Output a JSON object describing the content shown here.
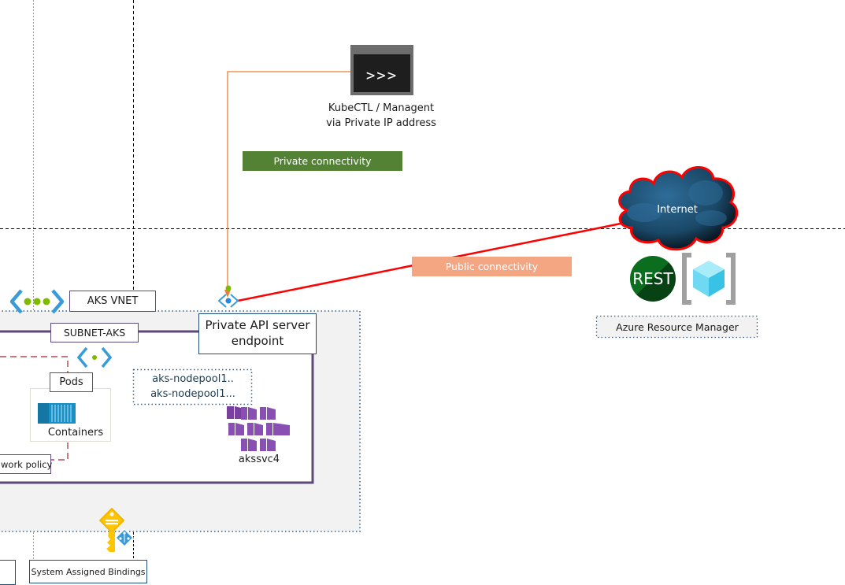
{
  "colors": {
    "private_line": "#ed7d31",
    "public_line": "#ff0000",
    "private_badge": "#548235",
    "public_badge": "#f4a582",
    "vnet_frame": "#5b4a7a",
    "azure_blue": "#3a9bd9",
    "green_dot": "#7fba00",
    "network_policy_dash": "#a4262c"
  },
  "terminal": {
    "icon": "terminal-icon",
    "glyph": ">>>",
    "label_line1": "KubeCTL / Managent",
    "label_line2": "via Private IP address"
  },
  "badges": {
    "private": "Private connectivity",
    "public": "Public connectivity"
  },
  "internet": {
    "label": "Internet",
    "icon": "cloud-icon"
  },
  "arm": {
    "rest_label": "REST",
    "label": "Azure Resource Manager",
    "icons": [
      "rest-api-icon",
      "resource-group-cube-icon"
    ]
  },
  "network": {
    "vnet_label": "AKS VNET",
    "vnet_icon": "virtual-network-icon",
    "subnet_label": "SUBNET-AKS",
    "subnet_icon": "subnet-icon",
    "endpoint_label_line1": "Private API server",
    "endpoint_label_line2": "endpoint",
    "endpoint_icon": "private-endpoint-icon"
  },
  "cluster": {
    "pods_label": "Pods",
    "containers_label": "Containers",
    "network_policy_label": "work policy",
    "nodepools": [
      "aks-nodepool1..",
      "aks-nodepool1..."
    ],
    "service_label": "akssvc4",
    "service_icon": "kubernetes-service-icon"
  },
  "identity": {
    "bindings_label": "System Assigned Bindings",
    "icon": "managed-identity-key-icon"
  }
}
